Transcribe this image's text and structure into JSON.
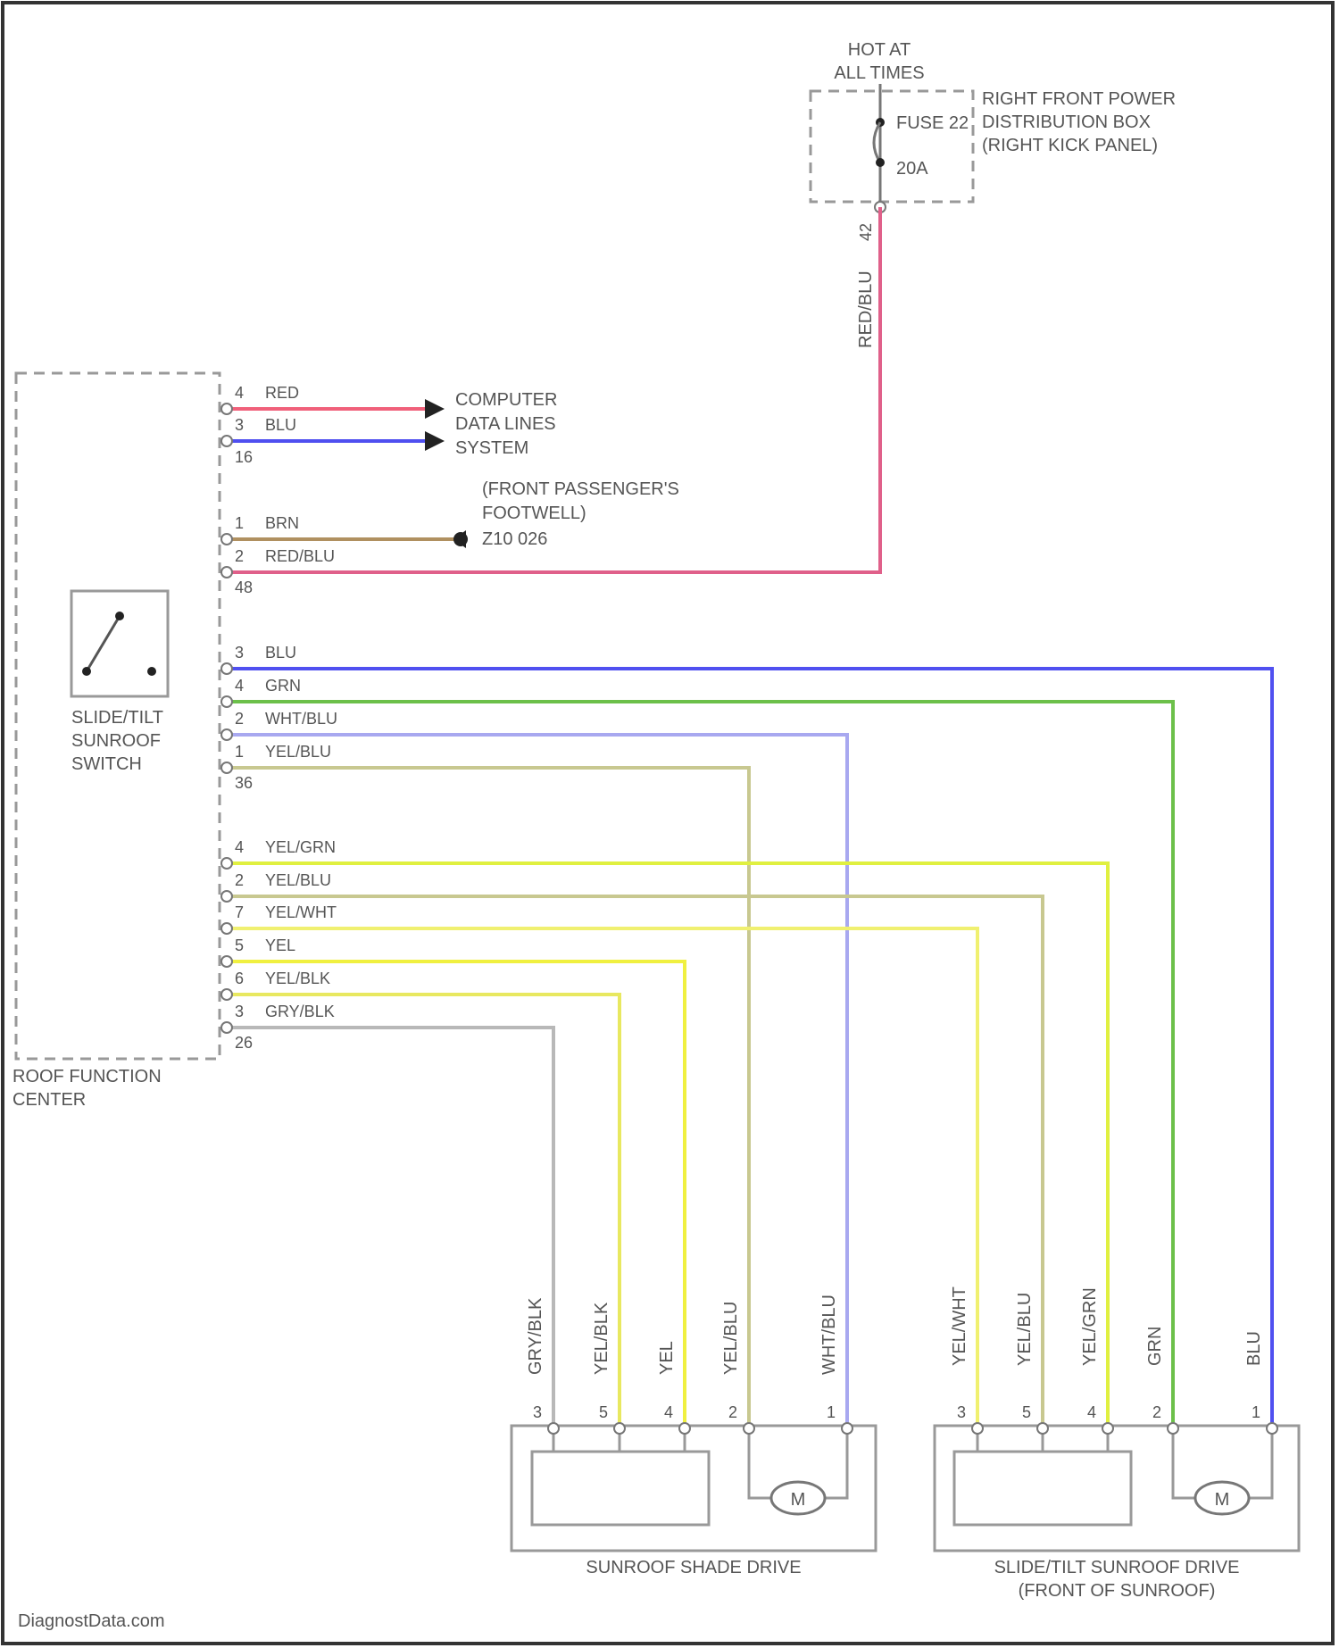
{
  "power": {
    "hot_line1": "HOT AT",
    "hot_line2": "ALL TIMES",
    "box_line1": "RIGHT FRONT POWER",
    "box_line2": "DISTRIBUTION BOX",
    "box_line3": "(RIGHT KICK PANEL)",
    "fuse_label": "FUSE 22",
    "fuse_rating": "20A",
    "fuse_pin": "42",
    "wire_color": "RED/BLU"
  },
  "roof_center": {
    "title_line1": "ROOF FUNCTION",
    "title_line2": "CENTER",
    "switch_line1": "SLIDE/TILT",
    "switch_line2": "SUNROOF",
    "switch_line3": "SWITCH"
  },
  "connectors": [
    {
      "id": "16",
      "pins": [
        {
          "pin": "4",
          "wire": "RED",
          "color": "#f0607a"
        },
        {
          "pin": "3",
          "wire": "BLU",
          "color": "#4f4ff0"
        }
      ]
    },
    {
      "id": "48",
      "pins": [
        {
          "pin": "1",
          "wire": "BRN",
          "color": "#b09060"
        },
        {
          "pin": "2",
          "wire": "RED/BLU",
          "color": "#e0608a"
        }
      ]
    },
    {
      "id": "36",
      "pins": [
        {
          "pin": "3",
          "wire": "BLU",
          "color": "#5050f0"
        },
        {
          "pin": "4",
          "wire": "GRN",
          "color": "#6cc04a"
        },
        {
          "pin": "2",
          "wire": "WHT/BLU",
          "color": "#a8a8f0"
        },
        {
          "pin": "1",
          "wire": "YEL/BLU",
          "color": "#c8c890"
        }
      ]
    },
    {
      "id": "26",
      "pins": [
        {
          "pin": "4",
          "wire": "YEL/GRN",
          "color": "#e0f040"
        },
        {
          "pin": "2",
          "wire": "YEL/BLU",
          "color": "#c8c890"
        },
        {
          "pin": "7",
          "wire": "YEL/WHT",
          "color": "#f0f070"
        },
        {
          "pin": "5",
          "wire": "YEL",
          "color": "#f0f040"
        },
        {
          "pin": "6",
          "wire": "YEL/BLK",
          "color": "#e8e860"
        },
        {
          "pin": "3",
          "wire": "GRY/BLK",
          "color": "#b8b8b8"
        }
      ]
    }
  ],
  "data_lines": {
    "line1": "COMPUTER",
    "line2": "DATA LINES",
    "line3": "SYSTEM"
  },
  "ground": {
    "line1": "(FRONT PASSENGER'S",
    "line2": "FOOTWELL)",
    "line3": "Z10 026"
  },
  "shade_drive": {
    "title": "SUNROOF SHADE DRIVE",
    "motor": "M",
    "pins": [
      {
        "pin": "3",
        "wire": "GRY/BLK"
      },
      {
        "pin": "5",
        "wire": "YEL/BLK"
      },
      {
        "pin": "4",
        "wire": "YEL"
      },
      {
        "pin": "2",
        "wire": "YEL/BLU"
      },
      {
        "pin": "1",
        "wire": "WHT/BLU"
      }
    ]
  },
  "tilt_drive": {
    "title_line1": "SLIDE/TILT SUNROOF DRIVE",
    "title_line2": "(FRONT OF SUNROOF)",
    "motor": "M",
    "pins": [
      {
        "pin": "3",
        "wire": "YEL/WHT"
      },
      {
        "pin": "5",
        "wire": "YEL/BLU"
      },
      {
        "pin": "4",
        "wire": "YEL/GRN"
      },
      {
        "pin": "2",
        "wire": "GRN"
      },
      {
        "pin": "1",
        "wire": "BLU"
      }
    ]
  },
  "watermark": "DiagnostData.com"
}
